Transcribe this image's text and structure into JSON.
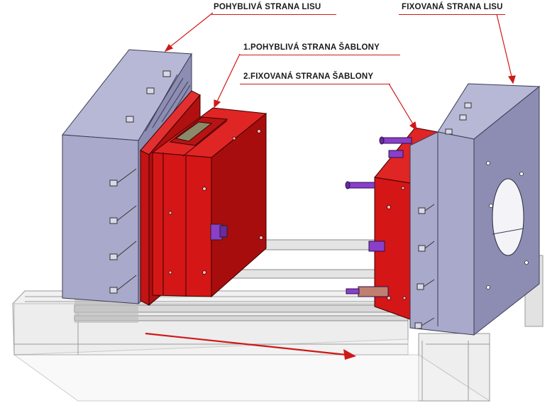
{
  "labels": {
    "movable_press_side": "POHYBLIVÁ STRANA LISU",
    "fixed_press_side": "FIXOVANÁ STRANA LISU",
    "movable_mold_side": "1.POHYBLIVÁ STRANA ŠABLONY",
    "fixed_mold_side": "2.FIXOVANÁ STRANA ŠABLONY"
  },
  "colors": {
    "platen": "#a5a5c7",
    "platen_dark": "#7d7da3",
    "mold_red": "#d41616",
    "mold_red_dark": "#9e0e0e",
    "leader": "#d01818",
    "pins": "#8a3fc9",
    "base_outline": "#9a9a9a"
  }
}
